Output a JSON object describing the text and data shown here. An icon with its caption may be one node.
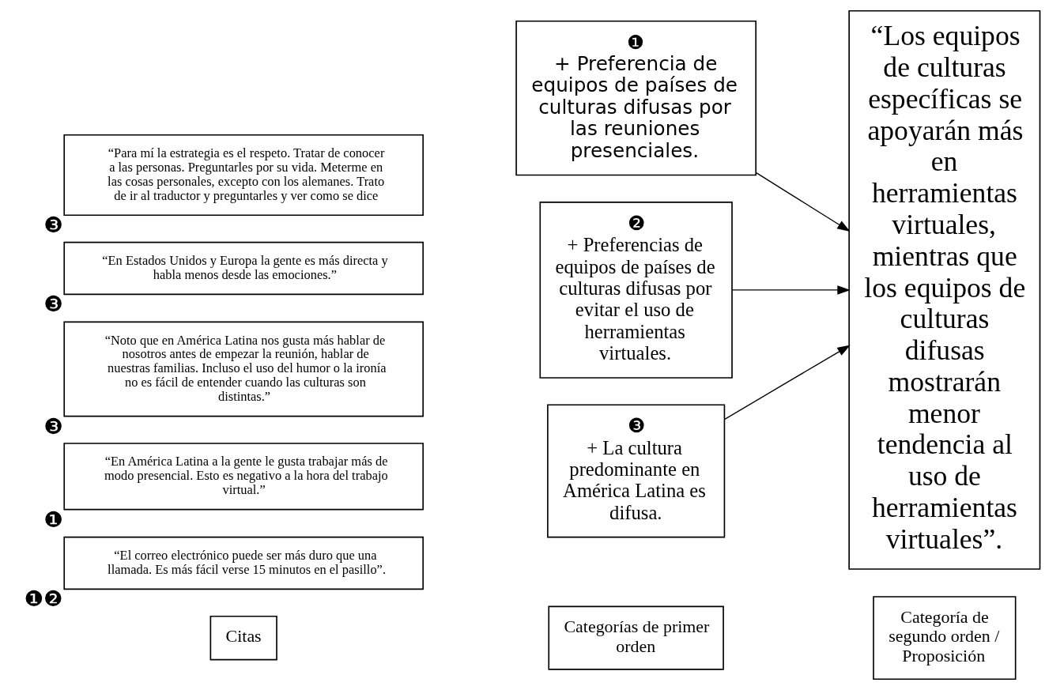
{
  "diagram": {
    "nodes": [
      {
        "text": [
          "Citas"
        ]
      },
      {
        "text": [
          "Categorías de primer orden"
        ]
      },
      {
        "text": [
          "Categoría de segundo orden / Proposición"
        ]
      },
      {
        "text": [
          "“El correo electrónico puede ser más duro que una llamada. Es más fácil verse 15 minutos en el pasillo”."
        ],
        "beside": [
          "❶❷"
        ]
      },
      {
        "text": [
          "“En América Latina a la gente le gusta trabajar más de modo presencial. Esto es negativo a la hora del trabajo virtual.”"
        ],
        "beside": [
          "❶"
        ]
      },
      {
        "text": [
          "“Noto que en América Latina nos gusta más hablar de nosotros antes de empezar la reunión, hablar de nuestras familias. Incluso el uso del humor o la ironía no es fácil de entender cuando las culturas son distintas.”"
        ],
        "beside": [
          "❸"
        ]
      },
      {
        "text": [
          "“En Estados Unidos y Europa la gente es más directa y habla menos desde las emociones.”"
        ],
        "beside": [
          "❸"
        ]
      },
      {
        "text": [
          "“Para mí la estrategia es el respeto. Tratar de conocer a las personas. Preguntarles por su vida. Meterme en las cosas personales, excepto con los alemanes. Trato de ir al traductor y preguntarles y ver como se dice"
        ],
        "beside": [
          "❸"
        ]
      },
      {
        "text": [
          "❶",
          "+ Preferencia de equipos de países de culturas difusas por las reuniones presenciales."
        ]
      },
      {
        "text": [
          "❷",
          "+ Preferencias de equipos de países de culturas difusas por evitar el uso de herramientas virtuales."
        ]
      },
      {
        "text": [
          "❸",
          "+ La cultura predominante en América Latina es difusa."
        ]
      },
      {
        "text": [
          "“Los equipos de culturas específicas se apoyarán más en herramientas virtuales, mientras que los equipos de culturas difusas mostrarán menor tendencia al uso de herramientas virtuales”."
        ]
      }
    ],
    "edges": [
      {
        "from": 8,
        "to": 11,
        "arrow": "to"
      },
      {
        "from": 9,
        "to": 11,
        "arrow": "to"
      },
      {
        "from": 10,
        "to": 11,
        "arrow": "to"
      }
    ]
  }
}
